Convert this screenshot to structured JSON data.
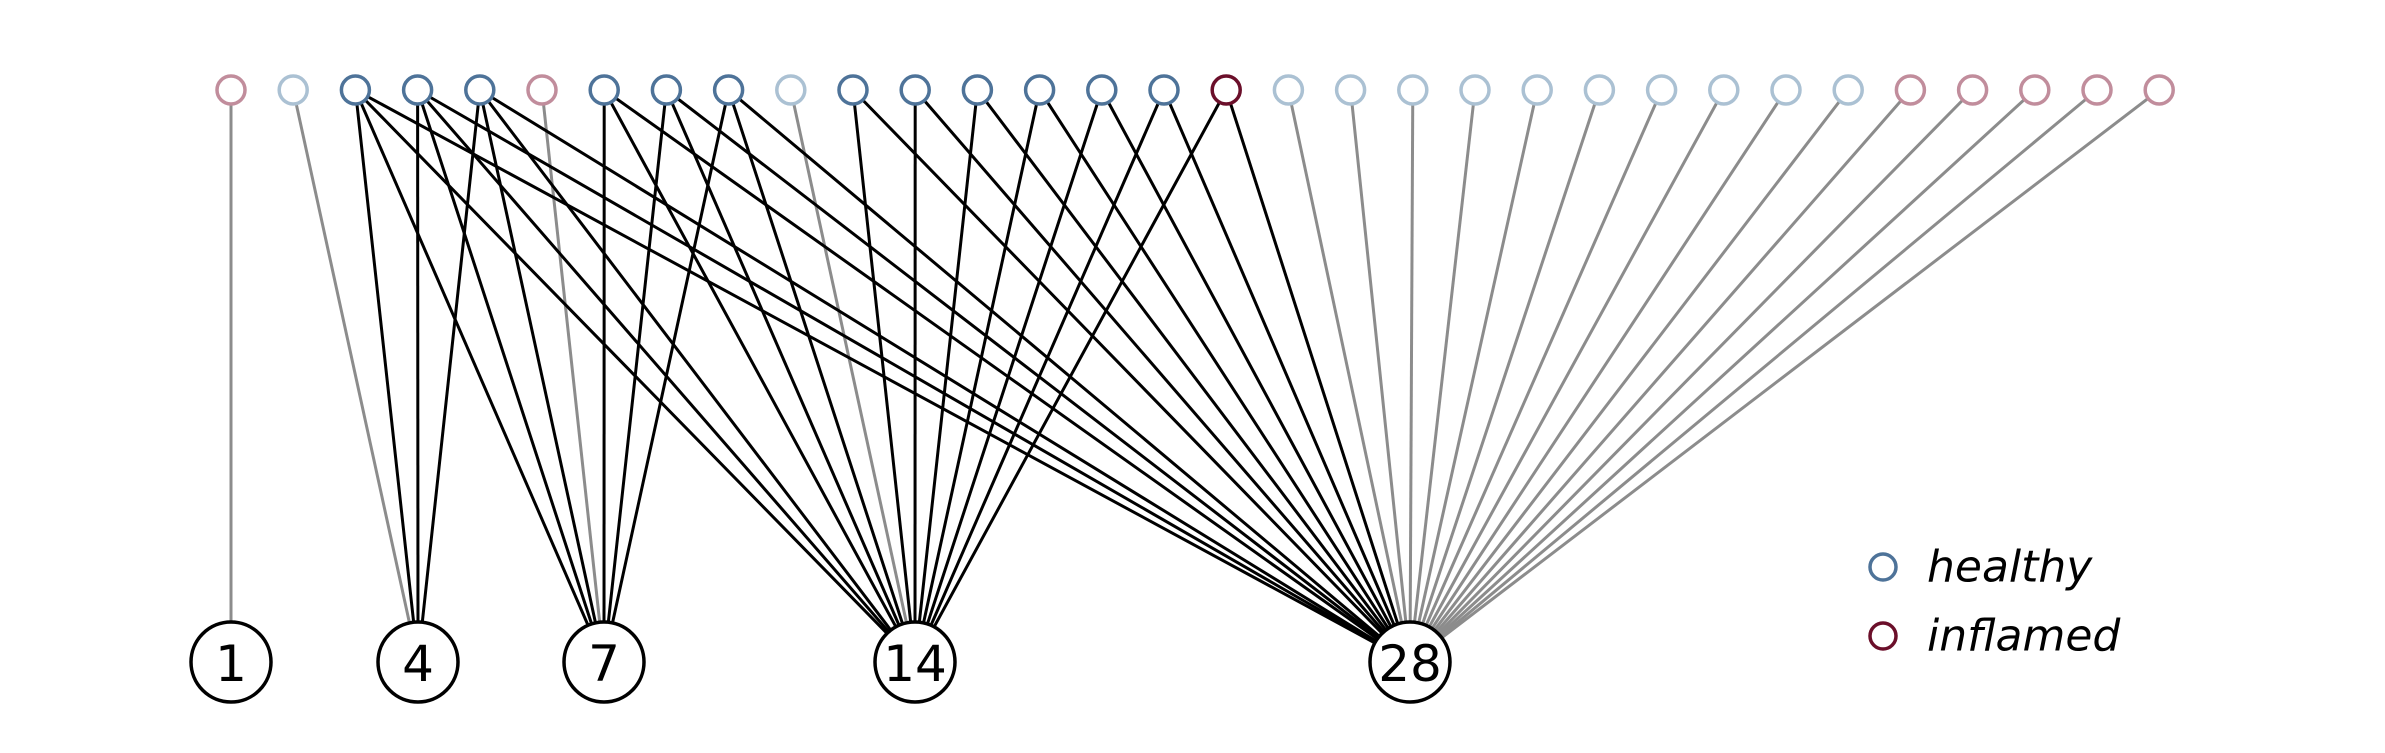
{
  "diagram": {
    "colors": {
      "healthy": "#4e7399",
      "healthy_faded": "#abc1d3",
      "inflamed": "#6b0f2a",
      "inflamed_faded": "#c18d9c",
      "edge_strong": "#000000",
      "edge_faded": "#8c8c8c"
    },
    "top_nodes": [
      {
        "id": 0,
        "state": "inflamed",
        "faded": true
      },
      {
        "id": 1,
        "state": "healthy",
        "faded": true
      },
      {
        "id": 2,
        "state": "healthy",
        "faded": false
      },
      {
        "id": 3,
        "state": "healthy",
        "faded": false
      },
      {
        "id": 4,
        "state": "healthy",
        "faded": false
      },
      {
        "id": 5,
        "state": "inflamed",
        "faded": true
      },
      {
        "id": 6,
        "state": "healthy",
        "faded": false
      },
      {
        "id": 7,
        "state": "healthy",
        "faded": false
      },
      {
        "id": 8,
        "state": "healthy",
        "faded": false
      },
      {
        "id": 9,
        "state": "healthy",
        "faded": true
      },
      {
        "id": 10,
        "state": "healthy",
        "faded": false
      },
      {
        "id": 11,
        "state": "healthy",
        "faded": false
      },
      {
        "id": 12,
        "state": "healthy",
        "faded": false
      },
      {
        "id": 13,
        "state": "healthy",
        "faded": false
      },
      {
        "id": 14,
        "state": "healthy",
        "faded": false
      },
      {
        "id": 15,
        "state": "healthy",
        "faded": false
      },
      {
        "id": 16,
        "state": "inflamed",
        "faded": false
      },
      {
        "id": 17,
        "state": "healthy",
        "faded": true
      },
      {
        "id": 18,
        "state": "healthy",
        "faded": true
      },
      {
        "id": 19,
        "state": "healthy",
        "faded": true
      },
      {
        "id": 20,
        "state": "healthy",
        "faded": true
      },
      {
        "id": 21,
        "state": "healthy",
        "faded": true
      },
      {
        "id": 22,
        "state": "healthy",
        "faded": true
      },
      {
        "id": 23,
        "state": "healthy",
        "faded": true
      },
      {
        "id": 24,
        "state": "healthy",
        "faded": true
      },
      {
        "id": 25,
        "state": "healthy",
        "faded": true
      },
      {
        "id": 26,
        "state": "healthy",
        "faded": true
      },
      {
        "id": 27,
        "state": "inflamed",
        "faded": true
      },
      {
        "id": 28,
        "state": "inflamed",
        "faded": true
      },
      {
        "id": 29,
        "state": "inflamed",
        "faded": true
      },
      {
        "id": 30,
        "state": "inflamed",
        "faded": true
      },
      {
        "id": 31,
        "state": "inflamed",
        "faded": true
      }
    ],
    "bottom_nodes": [
      {
        "label": "1"
      },
      {
        "label": "4"
      },
      {
        "label": "7"
      },
      {
        "label": "14"
      },
      {
        "label": "28"
      }
    ],
    "edges": [
      {
        "from": 0,
        "to": "1",
        "strong": false
      },
      {
        "from": 1,
        "to": "4",
        "strong": false
      },
      {
        "from": 2,
        "to": "4",
        "strong": true
      },
      {
        "from": 2,
        "to": "7",
        "strong": true
      },
      {
        "from": 2,
        "to": "14",
        "strong": true
      },
      {
        "from": 2,
        "to": "28",
        "strong": true
      },
      {
        "from": 3,
        "to": "4",
        "strong": true
      },
      {
        "from": 3,
        "to": "7",
        "strong": true
      },
      {
        "from": 3,
        "to": "14",
        "strong": true
      },
      {
        "from": 3,
        "to": "28",
        "strong": true
      },
      {
        "from": 4,
        "to": "4",
        "strong": true
      },
      {
        "from": 4,
        "to": "7",
        "strong": true
      },
      {
        "from": 4,
        "to": "14",
        "strong": true
      },
      {
        "from": 4,
        "to": "28",
        "strong": true
      },
      {
        "from": 5,
        "to": "7",
        "strong": false
      },
      {
        "from": 6,
        "to": "7",
        "strong": true
      },
      {
        "from": 6,
        "to": "14",
        "strong": true
      },
      {
        "from": 6,
        "to": "28",
        "strong": true
      },
      {
        "from": 7,
        "to": "7",
        "strong": true
      },
      {
        "from": 7,
        "to": "14",
        "strong": true
      },
      {
        "from": 7,
        "to": "28",
        "strong": true
      },
      {
        "from": 8,
        "to": "7",
        "strong": true
      },
      {
        "from": 8,
        "to": "14",
        "strong": true
      },
      {
        "from": 8,
        "to": "28",
        "strong": true
      },
      {
        "from": 9,
        "to": "14",
        "strong": false
      },
      {
        "from": 10,
        "to": "14",
        "strong": true
      },
      {
        "from": 10,
        "to": "28",
        "strong": true
      },
      {
        "from": 11,
        "to": "14",
        "strong": true
      },
      {
        "from": 11,
        "to": "28",
        "strong": true
      },
      {
        "from": 12,
        "to": "14",
        "strong": true
      },
      {
        "from": 12,
        "to": "28",
        "strong": true
      },
      {
        "from": 13,
        "to": "14",
        "strong": true
      },
      {
        "from": 13,
        "to": "28",
        "strong": true
      },
      {
        "from": 14,
        "to": "14",
        "strong": true
      },
      {
        "from": 14,
        "to": "28",
        "strong": true
      },
      {
        "from": 15,
        "to": "14",
        "strong": true
      },
      {
        "from": 15,
        "to": "28",
        "strong": true
      },
      {
        "from": 16,
        "to": "14",
        "strong": true
      },
      {
        "from": 16,
        "to": "28",
        "strong": true
      },
      {
        "from": 17,
        "to": "28",
        "strong": false
      },
      {
        "from": 18,
        "to": "28",
        "strong": false
      },
      {
        "from": 19,
        "to": "28",
        "strong": false
      },
      {
        "from": 20,
        "to": "28",
        "strong": false
      },
      {
        "from": 21,
        "to": "28",
        "strong": false
      },
      {
        "from": 22,
        "to": "28",
        "strong": false
      },
      {
        "from": 23,
        "to": "28",
        "strong": false
      },
      {
        "from": 24,
        "to": "28",
        "strong": false
      },
      {
        "from": 25,
        "to": "28",
        "strong": false
      },
      {
        "from": 26,
        "to": "28",
        "strong": false
      },
      {
        "from": 27,
        "to": "28",
        "strong": false
      },
      {
        "from": 28,
        "to": "28",
        "strong": false
      },
      {
        "from": 29,
        "to": "28",
        "strong": false
      },
      {
        "from": 30,
        "to": "28",
        "strong": false
      },
      {
        "from": 31,
        "to": "28",
        "strong": false
      }
    ],
    "legend": [
      {
        "label": "healthy",
        "state": "healthy"
      },
      {
        "label": "inflamed",
        "state": "inflamed"
      }
    ]
  }
}
